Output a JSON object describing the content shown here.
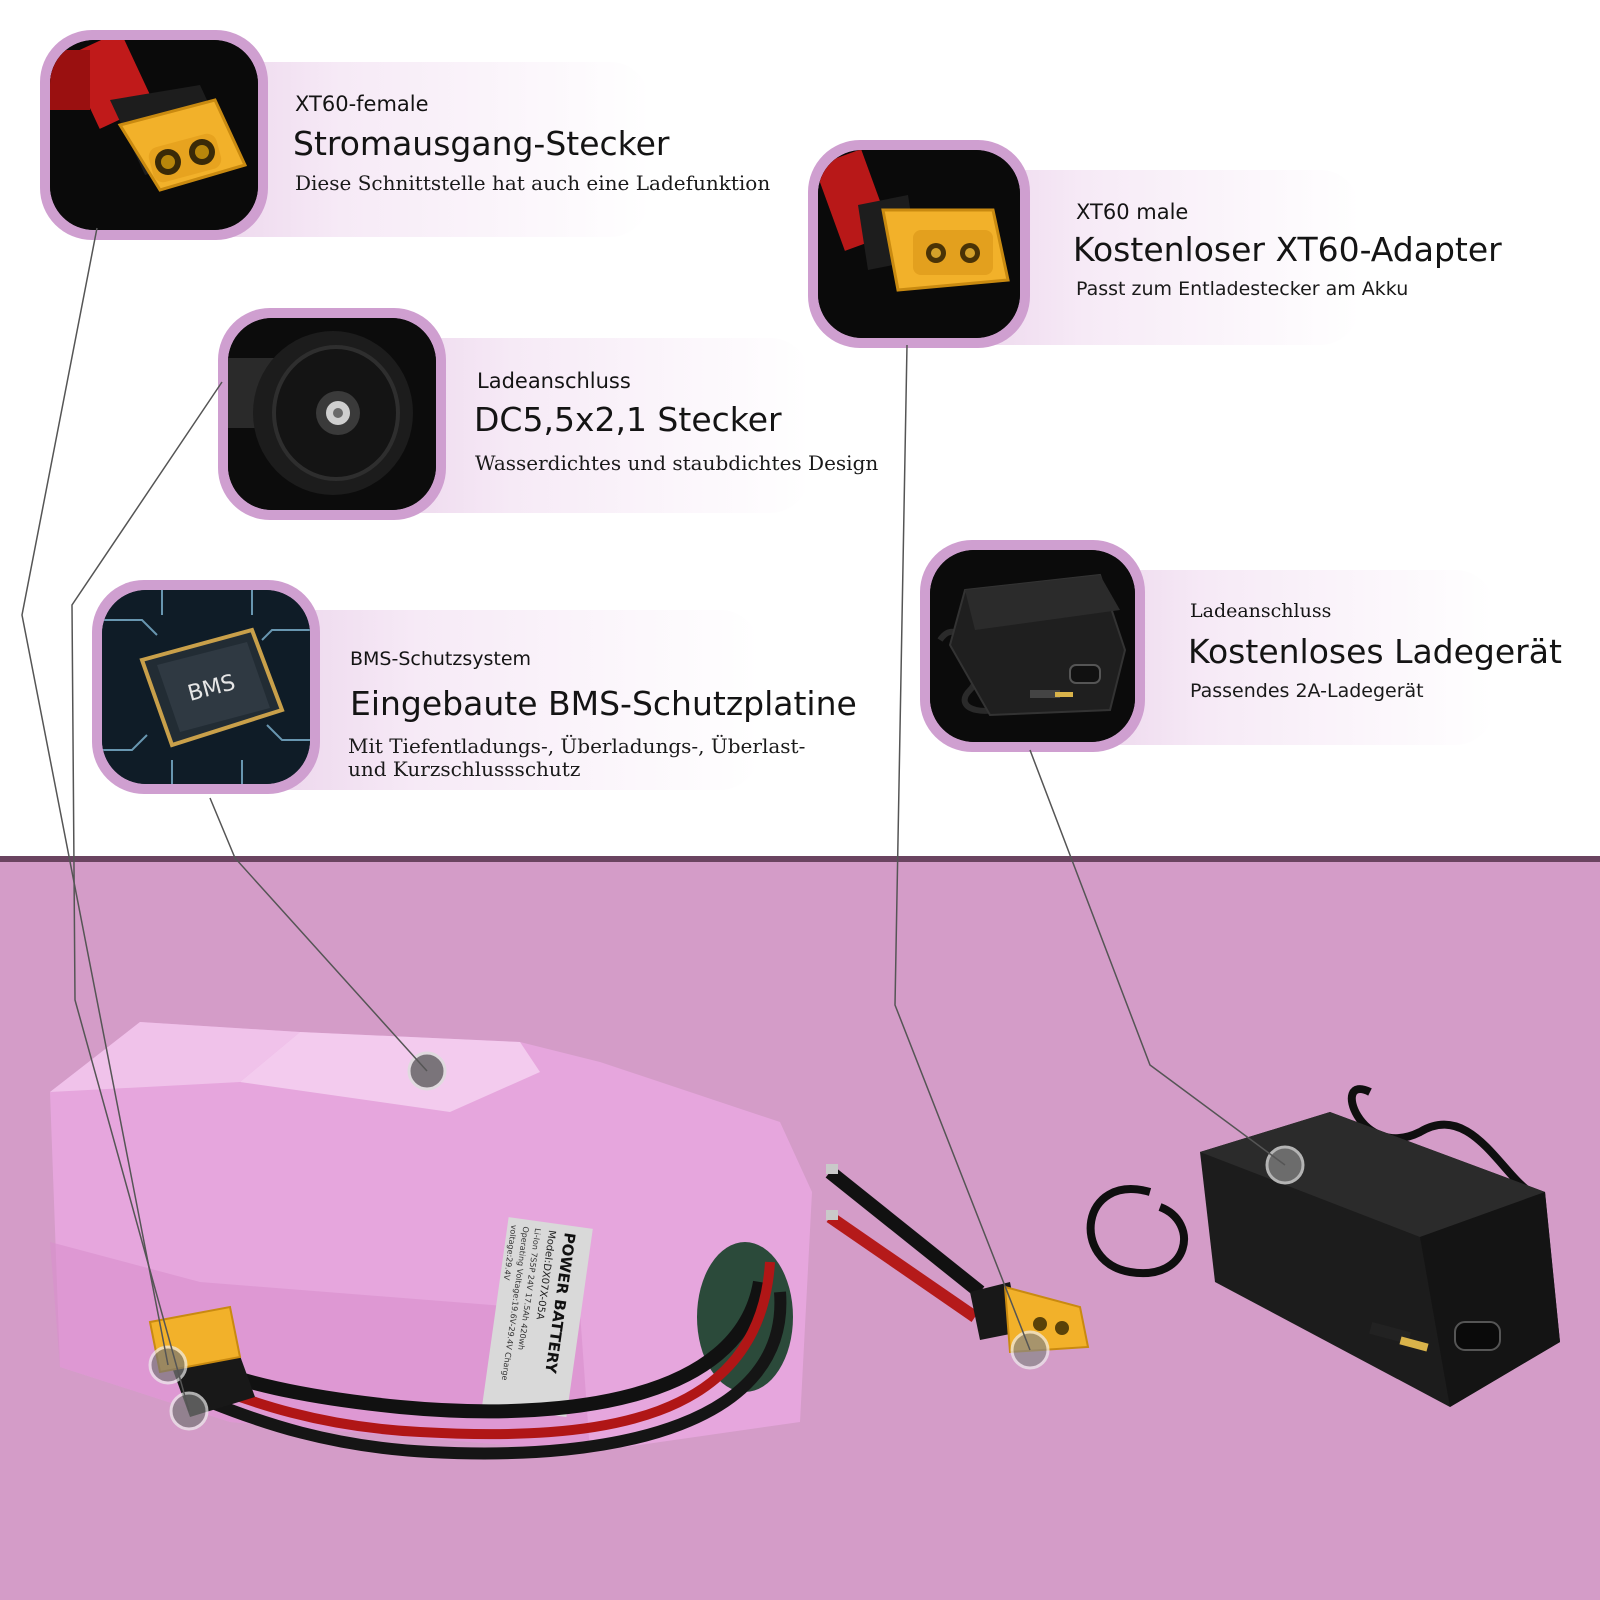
{
  "callouts": [
    {
      "small": "XT60-female",
      "title": "Stromausgang-Stecker",
      "desc": "Diese Schnittstelle hat auch eine Ladefunktion"
    },
    {
      "small": "XT60 male",
      "title": "Kostenloser XT60-Adapter",
      "desc": "Passt zum Entladestecker am Akku"
    },
    {
      "small": "Ladeanschluss",
      "title": "DC5,5x2,1 Stecker",
      "desc": "Wasserdichtes und staubdichtes Design"
    },
    {
      "small": "BMS-Schutzsystem",
      "title": "Eingebaute BMS-Schutzplatine",
      "desc_line1": "Mit Tiefentladungs-, Überladungs-, Überlast-",
      "desc_line2": "und Kurzschlussschutz"
    },
    {
      "small": "Ladeanschluss",
      "title": "Kostenloses Ladegerät",
      "desc": "Passendes 2A-Ladegerät"
    }
  ],
  "bms_chip_text": "BMS",
  "battery_label": {
    "brand": "POWER BATTERY",
    "model": "Model:DX07X-05A",
    "line1": "Li-Ion 7S5P 24V 17.5Ah 420wh",
    "line2": "Operating Voltage:19.6V-29.4V Charge",
    "line3": "voltage:29.4V"
  },
  "colors": {
    "accent_pink": "#d49cc8",
    "thumb_ring": "#cf9fd0",
    "connector_yellow": "#f2b12a"
  },
  "icons": [
    "xt60-female-icon",
    "xt60-male-icon",
    "dc-jack-icon",
    "bms-chip-icon",
    "charger-icon"
  ]
}
